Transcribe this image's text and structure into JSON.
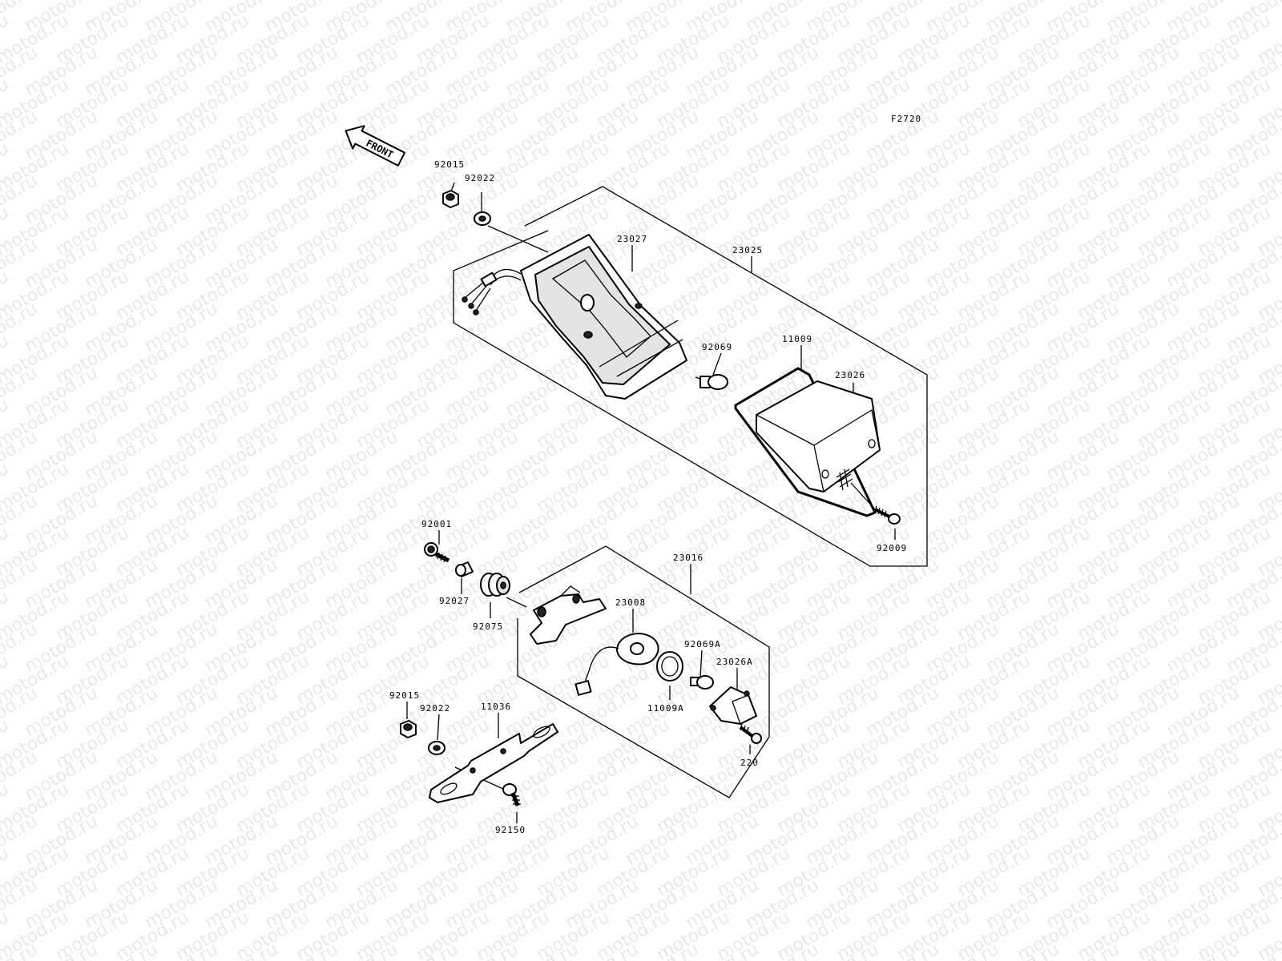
{
  "figure_code": "F2720",
  "front_arrow": "FRONT",
  "watermark": "motod.ru",
  "callouts": {
    "p92015_top": "92015",
    "p92022_top": "92022",
    "p23027": "23027",
    "p23025": "23025",
    "p92069": "92069",
    "p11009": "11009",
    "p23026": "23026",
    "p92009": "92009",
    "p92001": "92001",
    "p92027": "92027",
    "p92075": "92075",
    "p23016": "23016",
    "p23008": "23008",
    "p92069A": "92069A",
    "p23026A": "23026A",
    "p11009A": "11009A",
    "p220": "220",
    "p92015_bot": "92015",
    "p92022_bot": "92022",
    "p11036": "11036",
    "p92150": "92150"
  }
}
